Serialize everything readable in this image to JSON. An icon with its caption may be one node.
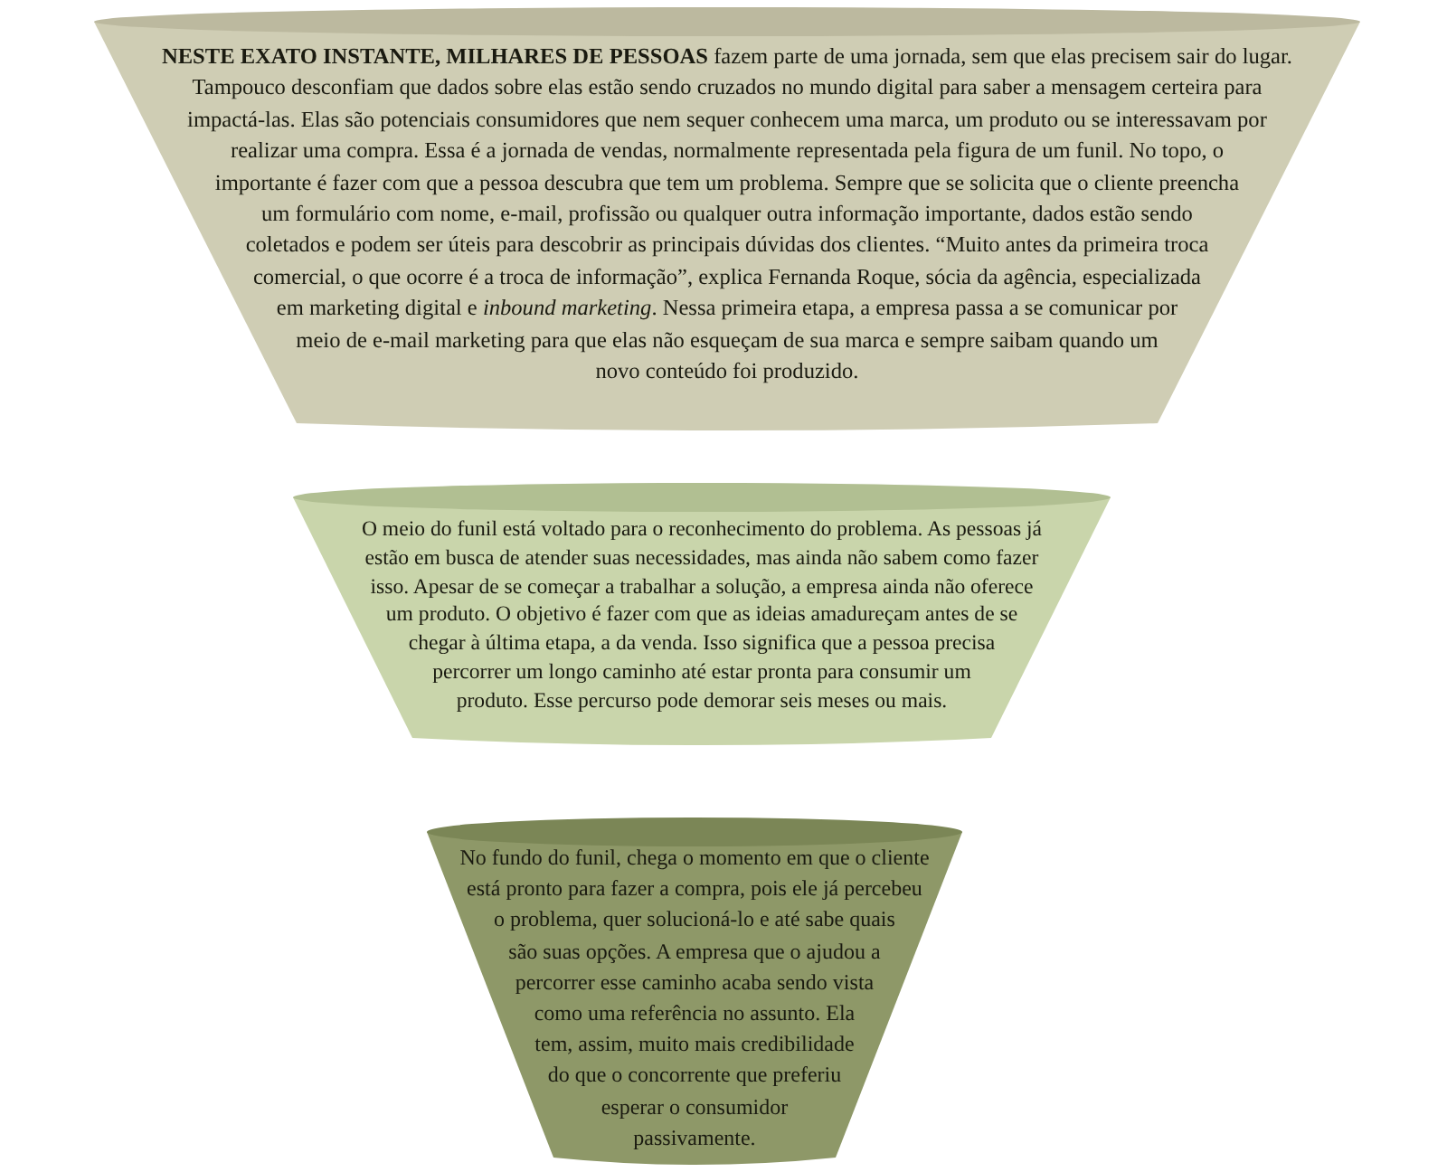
{
  "diagram": {
    "nodes": [
      {
        "text": [
          "**NESTE EXATO INSTANTE, MILHARES DE PESSOAS** fazem parte de uma jornada, sem que elas precisem sair do lugar. Tampouco desconfiam que dados sobre elas estão sendo cruzados no mundo digital para saber a mensagem certeira para impactá-las. Elas são potenciais consumidores que nem sequer conhecem uma marca, um produto ou se interessavam por realizar uma compra. Essa é a jornada de vendas, normalmente representada pela figura de um funil. No topo, o importante é fazer com que a pessoa descubra que tem um problema. Sempre que se solicita que o cliente preencha um formulário com nome, e-mail, profissão ou qualquer outra informação importante, dados estão sendo coletados e podem ser úteis para descobrir as principais dúvidas dos clientes. “Muito antes da primeira troca comercial, o que ocorre é a troca de informação”, explica Fernanda Roque, sócia da agência, especializada em marketing digital e *inbound marketing*. Nessa primeira etapa, a empresa passa a se comunicar por meio de e-mail marketing para que elas não esqueçam de sua marca e sempre saibam quando um novo conteúdo foi produzido."
        ]
      },
      {
        "text": [
          "O meio do funil está voltado para o reconhecimento do problema. As pessoas já estão em busca de atender suas necessidades, mas ainda não sabem como fazer isso. Apesar de se começar a trabalhar a solução, a empresa ainda não oferece um produto. O objetivo é fazer com que as ideias amadureçam antes de se chegar à última etapa, a da venda. Isso significa que a pessoa precisa percorrer um longo caminho até estar pronta para consumir um produto. Esse percurso pode demorar seis meses ou mais."
        ]
      },
      {
        "text": [
          "No fundo do funil, chega o momento em que o cliente está pronto para fazer a compra, pois ele já percebeu o problema, quer solucioná-lo e até sabe quais são suas opções. A empresa que o ajudou a percorrer esse caminho acaba sendo vista como uma referência no assunto. Ela tem, assim, muito mais credibilidade do que o concorrente que preferiu esperar o consumidor passivamente."
        ]
      }
    ]
  }
}
